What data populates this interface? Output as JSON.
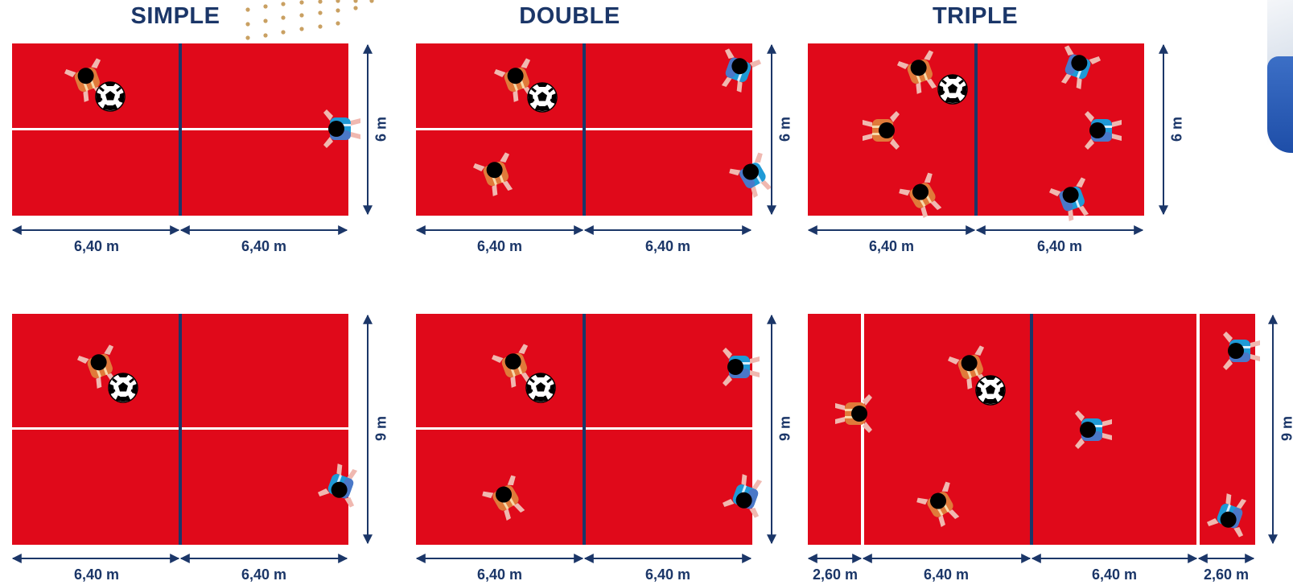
{
  "titles": {
    "simple": "SIMPLE",
    "double": "DOUBLE",
    "triple": "TRIPLE"
  },
  "dimensions": {
    "width_640": "6,40 m",
    "width_260": "2,60 m",
    "height_6": "6 m",
    "height_9": "9 m"
  },
  "colors": {
    "court": "#e0091a",
    "lines_dark": "#1b3668",
    "lines_white": "#ffffff",
    "team_orange": "#e07a3a",
    "team_blue": "#1f9ad6"
  },
  "icons": [
    "player-orange-icon",
    "player-blue-icon",
    "soccer-ball-icon",
    "arrow-icon"
  ]
}
